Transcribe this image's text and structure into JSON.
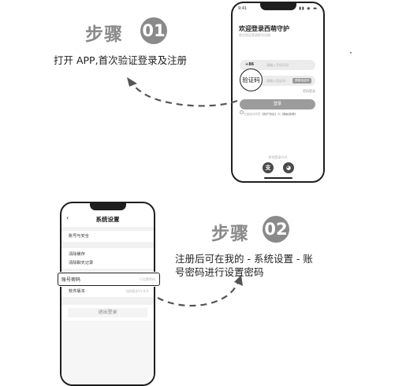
{
  "step1": {
    "title": "步骤",
    "number": "01",
    "description": "打开 APP,首次验证登录及注册"
  },
  "step2": {
    "title": "步骤",
    "number": "02",
    "description_line1": "注册后可在我的 - 系统设置 - 账",
    "description_line2": "号密码进行设置密码"
  },
  "phone1": {
    "status_time": "9:41",
    "status_icons": "▮▮ ◉ ▬",
    "title": "欢迎登录西萌守护",
    "subtitle": "首次验证登录即为注册",
    "phone_prefix": "+86",
    "phone_placeholder": "请输入手机号码",
    "code_placeholder": "请输入验证码",
    "get_code": "获取验证码",
    "password_login": "密码登录",
    "login_button": "登录",
    "agreement_text": "已阅读并同意",
    "agreement_link1": "《用户协议》",
    "agreement_and": "和",
    "agreement_link2": "《隐私政策》",
    "other_login": "其他登录方式",
    "alipay_icon_glyph": "支",
    "wechat_icon_glyph": "◕",
    "callout_label": "验证码"
  },
  "phone2": {
    "back_glyph": "‹",
    "title": "系统设置",
    "account_security": "账号与安全",
    "clear_cache": "清除缓存",
    "clear_chat": "清除聊天记录",
    "version": "软件版本",
    "version_value": "当前版本V1.0.0",
    "logout": "退出登录",
    "callout_label": "账号密码",
    "callout_right": "已设置密码"
  },
  "colors": {
    "step_gray": "#8a8a8a",
    "phone_border": "#1e1e1e",
    "button_gray": "#9c9c9c",
    "arrow": "#555555"
  }
}
